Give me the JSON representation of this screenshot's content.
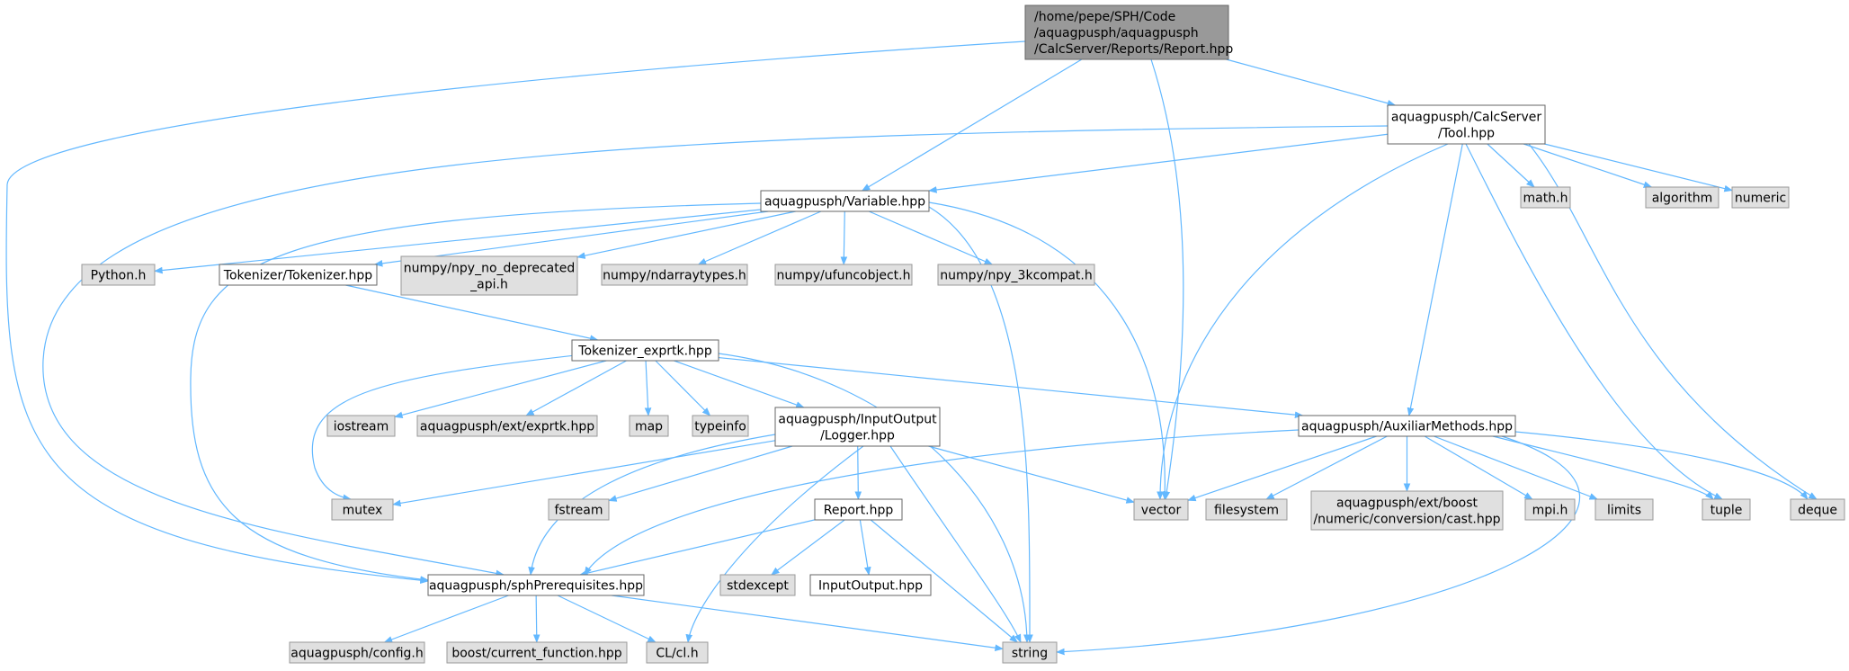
{
  "diagram": {
    "type": "include-dependency-graph",
    "colors": {
      "edge": "#63b8ff",
      "root_fill": "#999999",
      "documented_fill": "#ffffff",
      "external_fill": "#e0e0e0",
      "documented_border": "#666666",
      "external_border": "#999999"
    },
    "nodes": [
      {
        "id": "report_root",
        "kind": "root",
        "lines": [
          "/home/pepe/SPH/Code",
          "/aquagpusph/aquagpusph",
          "/CalcServer/Reports/Report.hpp"
        ]
      },
      {
        "id": "tool",
        "kind": "documented",
        "lines": [
          "aquagpusph/CalcServer",
          "/Tool.hpp"
        ]
      },
      {
        "id": "variable",
        "kind": "documented",
        "lines": [
          "aquagpusph/Variable.hpp"
        ]
      },
      {
        "id": "math_h",
        "kind": "external",
        "lines": [
          "math.h"
        ]
      },
      {
        "id": "algorithm",
        "kind": "external",
        "lines": [
          "algorithm"
        ]
      },
      {
        "id": "numeric",
        "kind": "external",
        "lines": [
          "numeric"
        ]
      },
      {
        "id": "python_h",
        "kind": "external",
        "lines": [
          "Python.h"
        ]
      },
      {
        "id": "tokenizer",
        "kind": "documented",
        "lines": [
          "Tokenizer/Tokenizer.hpp"
        ]
      },
      {
        "id": "npy_no_dep",
        "kind": "external",
        "lines": [
          "numpy/npy_no_deprecated",
          "_api.h"
        ]
      },
      {
        "id": "ndarraytypes",
        "kind": "external",
        "lines": [
          "numpy/ndarraytypes.h"
        ]
      },
      {
        "id": "ufuncobject",
        "kind": "external",
        "lines": [
          "numpy/ufuncobject.h"
        ]
      },
      {
        "id": "npy_3k",
        "kind": "external",
        "lines": [
          "numpy/npy_3kcompat.h"
        ]
      },
      {
        "id": "exprtk_hpp",
        "kind": "documented",
        "lines": [
          "Tokenizer_exprtk.hpp"
        ]
      },
      {
        "id": "iostream",
        "kind": "external",
        "lines": [
          "iostream"
        ]
      },
      {
        "id": "ext_exprtk",
        "kind": "external",
        "lines": [
          "aquagpusph/ext/exprtk.hpp"
        ]
      },
      {
        "id": "map",
        "kind": "external",
        "lines": [
          "map"
        ]
      },
      {
        "id": "typeinfo",
        "kind": "external",
        "lines": [
          "typeinfo"
        ]
      },
      {
        "id": "logger",
        "kind": "documented",
        "lines": [
          "aquagpusph/InputOutput",
          "/Logger.hpp"
        ]
      },
      {
        "id": "auxiliar",
        "kind": "documented",
        "lines": [
          "aquagpusph/AuxiliarMethods.hpp"
        ]
      },
      {
        "id": "mutex",
        "kind": "external",
        "lines": [
          "mutex"
        ]
      },
      {
        "id": "fstream",
        "kind": "external",
        "lines": [
          "fstream"
        ]
      },
      {
        "id": "vector",
        "kind": "external",
        "lines": [
          "vector"
        ]
      },
      {
        "id": "filesystem",
        "kind": "external",
        "lines": [
          "filesystem"
        ]
      },
      {
        "id": "boost_cast",
        "kind": "external",
        "lines": [
          "aquagpusph/ext/boost",
          "/numeric/conversion/cast.hpp"
        ]
      },
      {
        "id": "mpi_h",
        "kind": "external",
        "lines": [
          "mpi.h"
        ]
      },
      {
        "id": "limits",
        "kind": "external",
        "lines": [
          "limits"
        ]
      },
      {
        "id": "tuple",
        "kind": "external",
        "lines": [
          "tuple"
        ]
      },
      {
        "id": "deque",
        "kind": "external",
        "lines": [
          "deque"
        ]
      },
      {
        "id": "report_hpp",
        "kind": "documented",
        "lines": [
          "Report.hpp"
        ]
      },
      {
        "id": "stdexcept",
        "kind": "external",
        "lines": [
          "stdexcept"
        ]
      },
      {
        "id": "inputoutput",
        "kind": "documented",
        "lines": [
          "InputOutput.hpp"
        ]
      },
      {
        "id": "sphprereq",
        "kind": "documented",
        "lines": [
          "aquagpusph/sphPrerequisites.hpp"
        ]
      },
      {
        "id": "config_h",
        "kind": "external",
        "lines": [
          "aquagpusph/config.h"
        ]
      },
      {
        "id": "boost_cf",
        "kind": "external",
        "lines": [
          "boost/current_function.hpp"
        ]
      },
      {
        "id": "cl_h",
        "kind": "external",
        "lines": [
          "CL/cl.h"
        ]
      },
      {
        "id": "string",
        "kind": "external",
        "lines": [
          "string"
        ]
      }
    ],
    "edges": [
      {
        "from": "report_root",
        "to": "tool"
      },
      {
        "from": "report_root",
        "to": "variable"
      },
      {
        "from": "report_root",
        "to": "vector"
      },
      {
        "from": "report_root",
        "to": "sphprereq"
      },
      {
        "from": "tool",
        "to": "variable"
      },
      {
        "from": "tool",
        "to": "math_h"
      },
      {
        "from": "tool",
        "to": "algorithm"
      },
      {
        "from": "tool",
        "to": "numeric"
      },
      {
        "from": "tool",
        "to": "auxiliar"
      },
      {
        "from": "tool",
        "to": "vector"
      },
      {
        "from": "tool",
        "to": "tuple"
      },
      {
        "from": "tool",
        "to": "deque"
      },
      {
        "from": "tool",
        "to": "sphprereq"
      },
      {
        "from": "variable",
        "to": "python_h"
      },
      {
        "from": "variable",
        "to": "tokenizer"
      },
      {
        "from": "variable",
        "to": "npy_no_dep"
      },
      {
        "from": "variable",
        "to": "ndarraytypes"
      },
      {
        "from": "variable",
        "to": "ufuncobject"
      },
      {
        "from": "variable",
        "to": "npy_3k"
      },
      {
        "from": "variable",
        "to": "sphprereq"
      },
      {
        "from": "variable",
        "to": "vector"
      },
      {
        "from": "variable",
        "to": "string"
      },
      {
        "from": "tokenizer",
        "to": "exprtk_hpp"
      },
      {
        "from": "exprtk_hpp",
        "to": "mutex"
      },
      {
        "from": "exprtk_hpp",
        "to": "iostream"
      },
      {
        "from": "exprtk_hpp",
        "to": "ext_exprtk"
      },
      {
        "from": "exprtk_hpp",
        "to": "map"
      },
      {
        "from": "exprtk_hpp",
        "to": "typeinfo"
      },
      {
        "from": "exprtk_hpp",
        "to": "logger"
      },
      {
        "from": "exprtk_hpp",
        "to": "auxiliar"
      },
      {
        "from": "exprtk_hpp",
        "to": "string"
      },
      {
        "from": "logger",
        "to": "mutex"
      },
      {
        "from": "logger",
        "to": "fstream"
      },
      {
        "from": "logger",
        "to": "report_hpp"
      },
      {
        "from": "logger",
        "to": "sphprereq"
      },
      {
        "from": "logger",
        "to": "cl_h"
      },
      {
        "from": "logger",
        "to": "string"
      },
      {
        "from": "logger",
        "to": "vector"
      },
      {
        "from": "auxiliar",
        "to": "sphprereq"
      },
      {
        "from": "auxiliar",
        "to": "vector"
      },
      {
        "from": "auxiliar",
        "to": "filesystem"
      },
      {
        "from": "auxiliar",
        "to": "boost_cast"
      },
      {
        "from": "auxiliar",
        "to": "mpi_h"
      },
      {
        "from": "auxiliar",
        "to": "limits"
      },
      {
        "from": "auxiliar",
        "to": "tuple"
      },
      {
        "from": "auxiliar",
        "to": "deque"
      },
      {
        "from": "auxiliar",
        "to": "string"
      },
      {
        "from": "report_hpp",
        "to": "sphprereq"
      },
      {
        "from": "report_hpp",
        "to": "stdexcept"
      },
      {
        "from": "report_hpp",
        "to": "inputoutput"
      },
      {
        "from": "report_hpp",
        "to": "string"
      },
      {
        "from": "sphprereq",
        "to": "config_h"
      },
      {
        "from": "sphprereq",
        "to": "boost_cf"
      },
      {
        "from": "sphprereq",
        "to": "cl_h"
      },
      {
        "from": "sphprereq",
        "to": "string"
      }
    ]
  }
}
